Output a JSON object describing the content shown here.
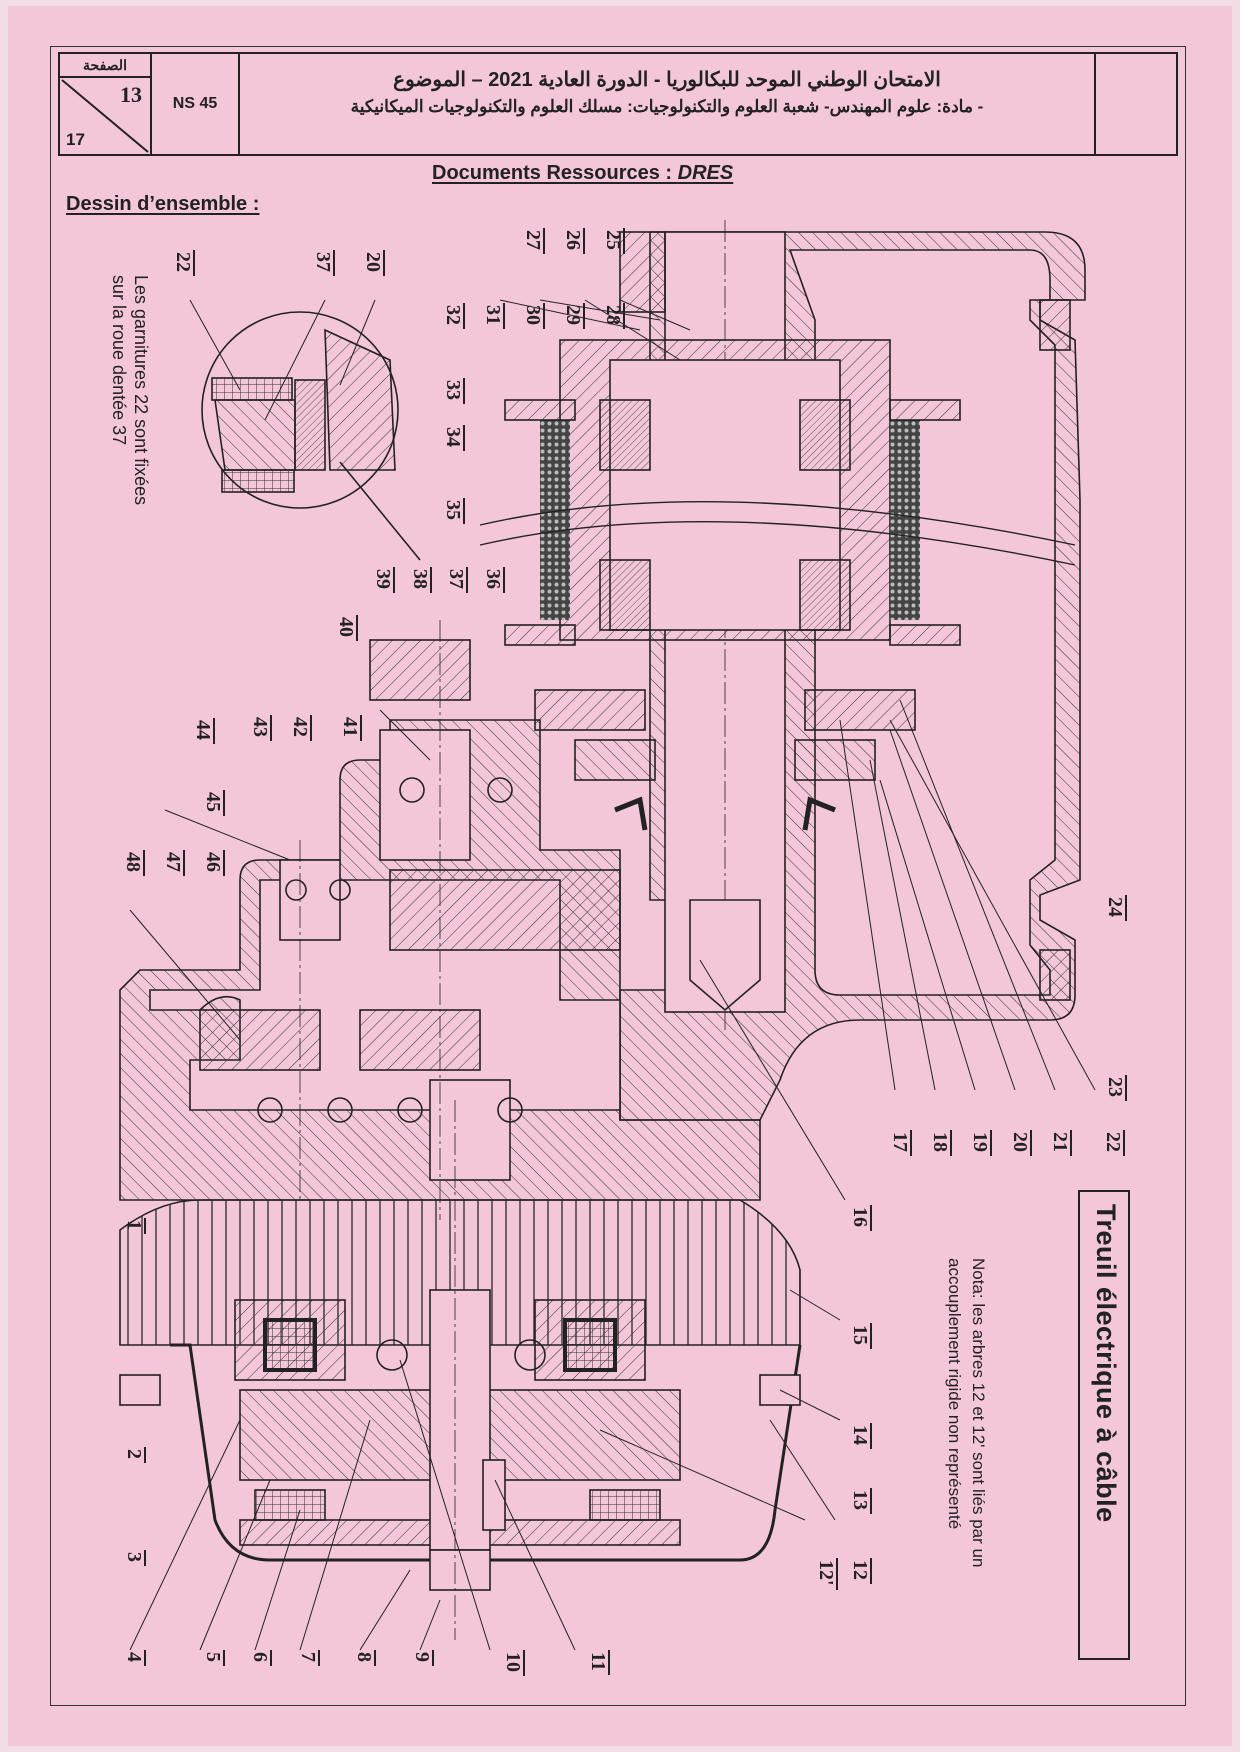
{
  "header": {
    "page_label": "الصفحة",
    "page_number": "13",
    "page_total": "17",
    "exam_code": "NS 45",
    "title_line1": "الامتحان الوطني الموحد للبكالوريا - الدورة العادية 2021 – الموضوع",
    "title_line2": "- مادة: علوم المهندس- شعبة العلوم والتكنولوجيات: مسلك العلوم والتكنولوجيات الميكانيكية"
  },
  "document": {
    "heading_prefix": "Documents Ressources : ",
    "heading_suffix": "DRES",
    "sub_heading": "Dessin d’ensemble :"
  },
  "detail": {
    "note_line1": "Les garnitures 22 sont fixées",
    "note_line2": "sur la roue dentée 37",
    "labels": [
      "22",
      "37",
      "20"
    ]
  },
  "title_box": {
    "title": "Treuil électrique à câble"
  },
  "nota": {
    "line1": "Nota: les arbres 12 et 12' sont liés par un",
    "line2": "accouplement rigide non représenté"
  },
  "callouts": {
    "top_row1": [
      "27",
      "26",
      "25"
    ],
    "top_row2": [
      "32",
      "31",
      "30",
      "29",
      "28"
    ],
    "upper_left": [
      "33",
      "34",
      "35"
    ],
    "mid_row": [
      "39",
      "38",
      "37",
      "36"
    ],
    "mid_single": [
      "40"
    ],
    "gear_row1": [
      "44",
      "43",
      "42",
      "41"
    ],
    "gear_row2": [
      "48",
      "47",
      "46",
      "45"
    ],
    "right_upper": [
      "24",
      "23"
    ],
    "right_row": [
      "17",
      "18",
      "19",
      "20",
      "21",
      "22"
    ],
    "right_single": [
      "16"
    ],
    "motor_right": [
      "15",
      "14",
      "13",
      "12",
      "12'"
    ],
    "bottom_row": [
      "1",
      "2",
      "3",
      "4",
      "5",
      "6",
      "7",
      "8",
      "9",
      "10",
      "11"
    ]
  },
  "colors": {
    "paper": "#f4c6da",
    "ink": "#222222"
  }
}
